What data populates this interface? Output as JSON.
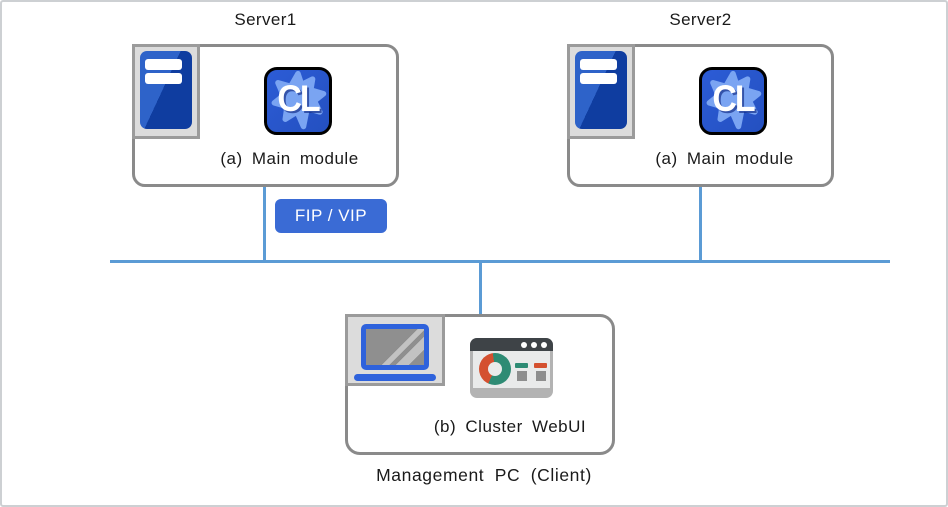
{
  "nodes": {
    "server1": {
      "title": "Server1",
      "caption": "(a) Main module"
    },
    "server2": {
      "title": "Server2",
      "caption": "(a) Main module"
    },
    "management_pc": {
      "caption": "(b) Cluster WebUI",
      "label": "Management PC (Client)"
    }
  },
  "badges": {
    "fip_vip": "FIP / VIP"
  },
  "icons": {
    "cl_badge_text": "CL",
    "server_icon": "server-tower-icon",
    "cluster_app_icon": "cl-app-icon",
    "laptop_icon": "laptop-icon",
    "webui_icon": "browser-dashboard-icon"
  },
  "colors": {
    "network_line": "#5b9bd5",
    "badge_blue": "#3a6bd5",
    "box_border": "#8a8a8a",
    "tile_bg": "#dcdcdc",
    "tile_border": "#9b9b9b",
    "tower_light": "#2e63c9",
    "tower_dark": "#0f3da0",
    "cl_bg": "#2c5cd6",
    "cl_splash": "#7aa4f2",
    "browser_titlebar": "#3e4347",
    "donut_teal": "#2e8b74",
    "donut_red": "#d4502f",
    "widget_gray": "#8e8e8e",
    "laptop_blue": "#2e62dc"
  }
}
